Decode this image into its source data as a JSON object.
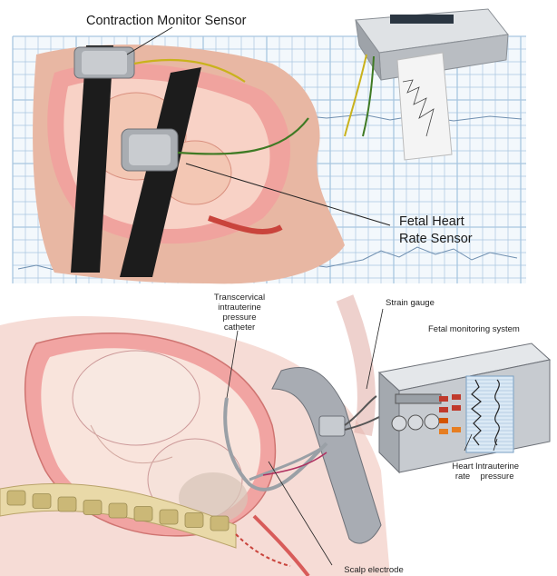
{
  "top_panel": {
    "labels": {
      "contraction_monitor": "Contraction Monitor Sensor",
      "fetal_heart_line1": "Fetal Heart",
      "fetal_heart_line2": "Rate Sensor"
    }
  },
  "bottom_panel": {
    "labels": {
      "transcervical_line1": "Transcervical",
      "transcervical_line2": "intrauterine",
      "transcervical_line3": "pressure",
      "transcervical_line4": "catheter",
      "strain_gauge": "Strain gauge",
      "fetal_monitoring_system": "Fetal monitoring system",
      "heart_rate_line1": "Heart",
      "heart_rate_line2": "rate",
      "intrauterine_line1": "Intrauterine",
      "intrauterine_line2": "pressure",
      "scalp_electrode": "Scalp electrode"
    }
  },
  "colors": {
    "grid": "#a9c6e0",
    "skin": "#e9b9a6",
    "uterus": "#f1a4a2",
    "strap": "#1c1c1c",
    "monitor": "#c7cbd0",
    "bottom_bg": "#f6dcd6",
    "cable_yellow": "#c9b21c",
    "cable_green": "#3f7a24"
  }
}
